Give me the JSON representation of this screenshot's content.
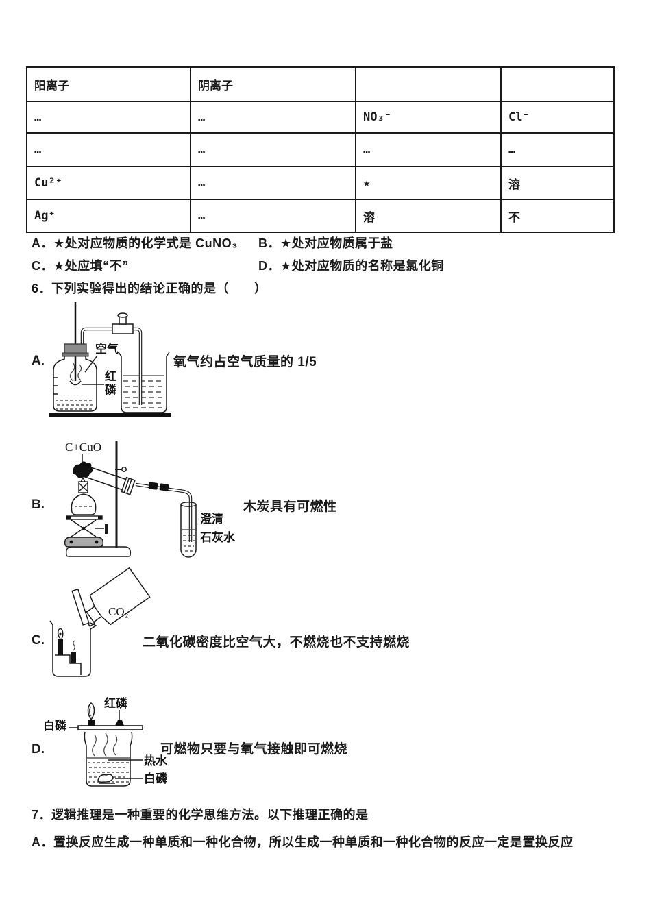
{
  "page": {
    "background": "#ffffff",
    "ink": "#1a1a1a"
  },
  "solubility_table": {
    "header": [
      "阳离子",
      "阴离子",
      "",
      ""
    ],
    "rows": [
      [
        "…",
        "…",
        "NO₃⁻",
        "Cl⁻"
      ],
      [
        "…",
        "…",
        "…",
        "…"
      ],
      [
        "Cu²⁺",
        "…",
        "★",
        "溶"
      ],
      [
        "Ag⁺",
        "…",
        "溶",
        "不"
      ]
    ]
  },
  "question5_options": [
    {
      "label": "A．",
      "text": "★处对应物质的化学式是 CuNO₃"
    },
    {
      "label": "B．",
      "text": "★处对应物质属于盐"
    },
    {
      "label": "C．",
      "text": "★处应填“不”"
    },
    {
      "label": "D．",
      "text": "★处对应物质的名称是氯化铜"
    }
  ],
  "question6": {
    "number": "6．",
    "text": "下列实验得出的结论正确的是（　　）",
    "experiments": [
      {
        "label": "A.",
        "conclusion": "氧气约占空气质量的 1/5",
        "labels": {
          "air": "空气",
          "red_p_1": "红",
          "red_p_2": "磷"
        }
      },
      {
        "label": "B.",
        "conclusion": "木炭具有可燃性",
        "labels": {
          "reactants": "C+CuO",
          "limewater_1": "澄清",
          "limewater_2": "石灰水"
        }
      },
      {
        "label": "C.",
        "conclusion": "二氧化碳密度比空气大，不燃烧也不支持燃烧",
        "labels": {
          "gas": "CO₂"
        }
      },
      {
        "label": "D.",
        "conclusion": "可燃物只要与氧气接触即可燃烧",
        "labels": {
          "red_p": "红磷",
          "white_p_plate": "白磷",
          "hot_water": "热水",
          "white_p_water": "白磷"
        }
      }
    ]
  },
  "question7": {
    "number": "7．",
    "text": "逻辑推理是一种重要的化学思维方法。以下推理正确的是",
    "options": [
      {
        "label": "A．",
        "text": "置换反应生成一种单质和一种化合物，所以生成一种单质和一种化合物的反应一定是置换反应"
      }
    ]
  }
}
